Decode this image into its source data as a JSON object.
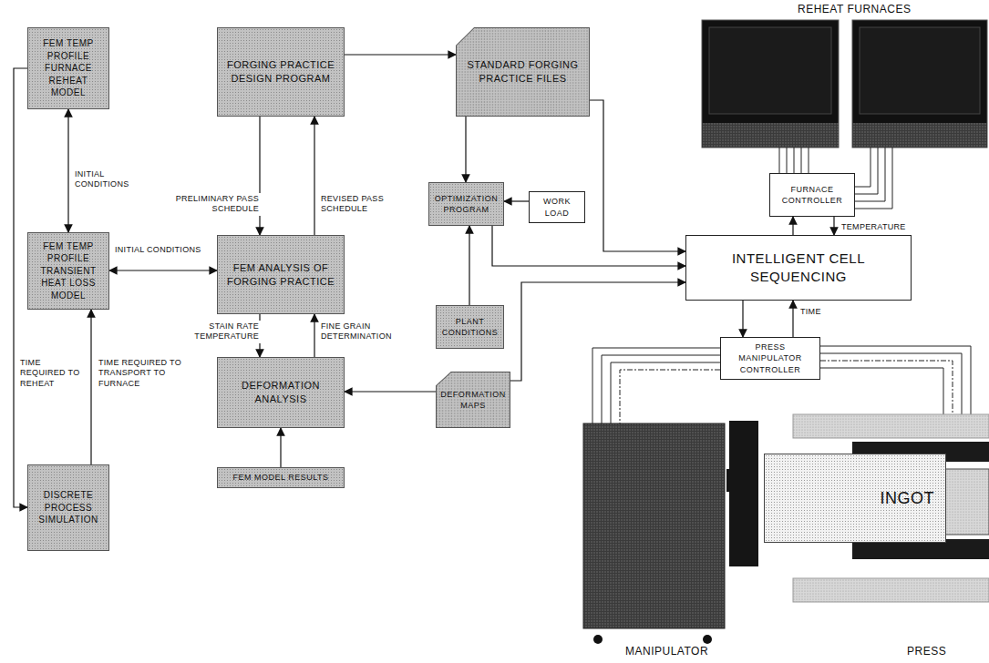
{
  "diagram": {
    "nodes": [
      {
        "text": [
          "FEM TEMP PROFILE FURNACE REHEAT MODEL"
        ]
      },
      {
        "text": [
          "FORGING PRACTICE DESIGN PROGRAM"
        ]
      },
      {
        "text": [
          "STANDARD FORGING PRACTICE FILES"
        ]
      },
      {
        "text": [
          "FEM TEMP PROFILE TRANSIENT HEAT LOSS MODEL"
        ]
      },
      {
        "text": [
          "FEM ANALYSIS OF FORGING PRACTICE"
        ]
      },
      {
        "text": [
          "OPTIMIZATION PROGRAM"
        ]
      },
      {
        "text": [
          "WORK LOAD"
        ]
      },
      {
        "text": [
          "FURNACE CONTROLLER"
        ]
      },
      {
        "text": [
          "INTELLIGENT CELL SEQUENCING"
        ]
      },
      {
        "text": [
          "PLANT CONDITIONS"
        ]
      },
      {
        "text": [
          "DEFORMATION ANALYSIS"
        ]
      },
      {
        "text": [
          "DEFORMATION MAPS"
        ]
      },
      {
        "text": [
          "PRESS MANIPULATOR CONTROLLER"
        ]
      },
      {
        "text": [
          "DISCRETE PROCESS SIMULATION"
        ]
      },
      {
        "text": [
          "FEM MODEL RESULTS"
        ]
      },
      {
        "text": [
          "INGOT"
        ]
      }
    ],
    "edges": [
      {
        "from": 0,
        "to": 3,
        "label": "INITIAL CONDITIONS",
        "arrow": "both"
      },
      {
        "from": 3,
        "to": 4,
        "label": "INITIAL CONDITIONS",
        "arrow": "both"
      },
      {
        "from": 1,
        "to": 4,
        "label": "PRELIMINARY PASS SCHEDULE",
        "arrow": "to"
      },
      {
        "from": 4,
        "to": 1,
        "label": "REVISED PASS SCHEDULE",
        "arrow": "to"
      },
      {
        "from": 4,
        "to": 10,
        "label": "STAIN RATE TEMPERATURE",
        "arrow": "to"
      },
      {
        "from": 10,
        "to": 4,
        "label": "FINE GRAIN DETERMINATION",
        "arrow": "to"
      },
      {
        "from": 14,
        "to": 10,
        "arrow": "to"
      },
      {
        "from": 11,
        "to": 10,
        "arrow": "to"
      },
      {
        "from": 13,
        "to": 3,
        "label": "TIME REQUIRED TO TRANSPORT TO FURNACE",
        "arrow": "to"
      },
      {
        "from": 0,
        "to": 13,
        "label": "TIME REQUIRED TO REHEAT",
        "arrow": "to"
      },
      {
        "from": 1,
        "to": 2,
        "arrow": "to"
      },
      {
        "from": 2,
        "to": 5,
        "arrow": "to"
      },
      {
        "from": 6,
        "to": 5,
        "arrow": "to"
      },
      {
        "from": 9,
        "to": 5,
        "arrow": "to"
      },
      {
        "from": 5,
        "to": 8,
        "arrow": "to"
      },
      {
        "from": 2,
        "to": 8,
        "arrow": "to"
      },
      {
        "from": 11,
        "to": 8,
        "arrow": "to"
      },
      {
        "from": 8,
        "to": 7,
        "arrow": "to"
      },
      {
        "from": 7,
        "to": 8,
        "label": "TEMPERATURE",
        "arrow": "to"
      },
      {
        "from": 8,
        "to": 12,
        "arrow": "to"
      },
      {
        "from": 12,
        "to": 8,
        "label": "TIME",
        "arrow": "to"
      }
    ],
    "labels": [
      "REHEAT FURNACES",
      "MANIPULATOR",
      "PRESS"
    ]
  }
}
